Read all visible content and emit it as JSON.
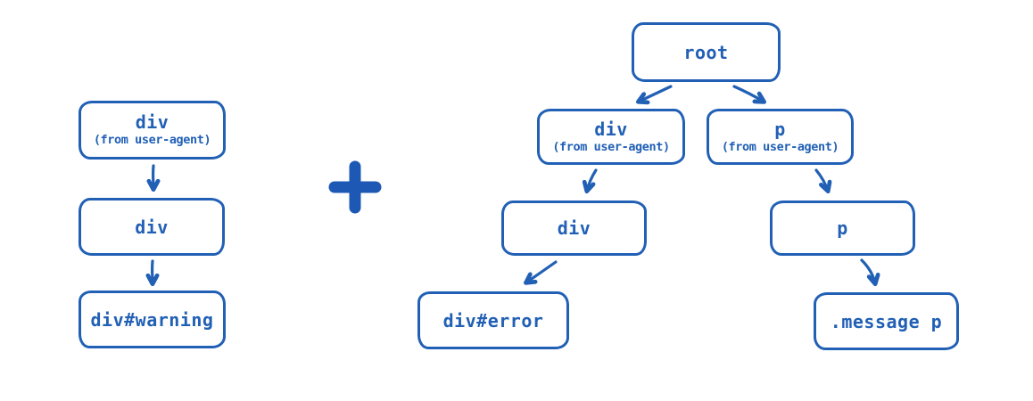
{
  "colors": {
    "ink": "#2160b5",
    "plus": "#1d58b4"
  },
  "combiner": {
    "icon": "plus-icon",
    "symbol": "+"
  },
  "left_tree": {
    "nodes": [
      {
        "label": "div",
        "sublabel": "(from user-agent)"
      },
      {
        "label": "div"
      },
      {
        "label": "div#warning"
      }
    ]
  },
  "right_tree": {
    "root": {
      "label": "root"
    },
    "children": [
      {
        "label": "div",
        "sublabel": "(from user-agent)",
        "child": {
          "label": "div",
          "child": {
            "label": "div#error"
          }
        }
      },
      {
        "label": "p",
        "sublabel": "(from user-agent)",
        "child": {
          "label": "p",
          "child": {
            "label": ".message p"
          }
        }
      }
    ]
  }
}
